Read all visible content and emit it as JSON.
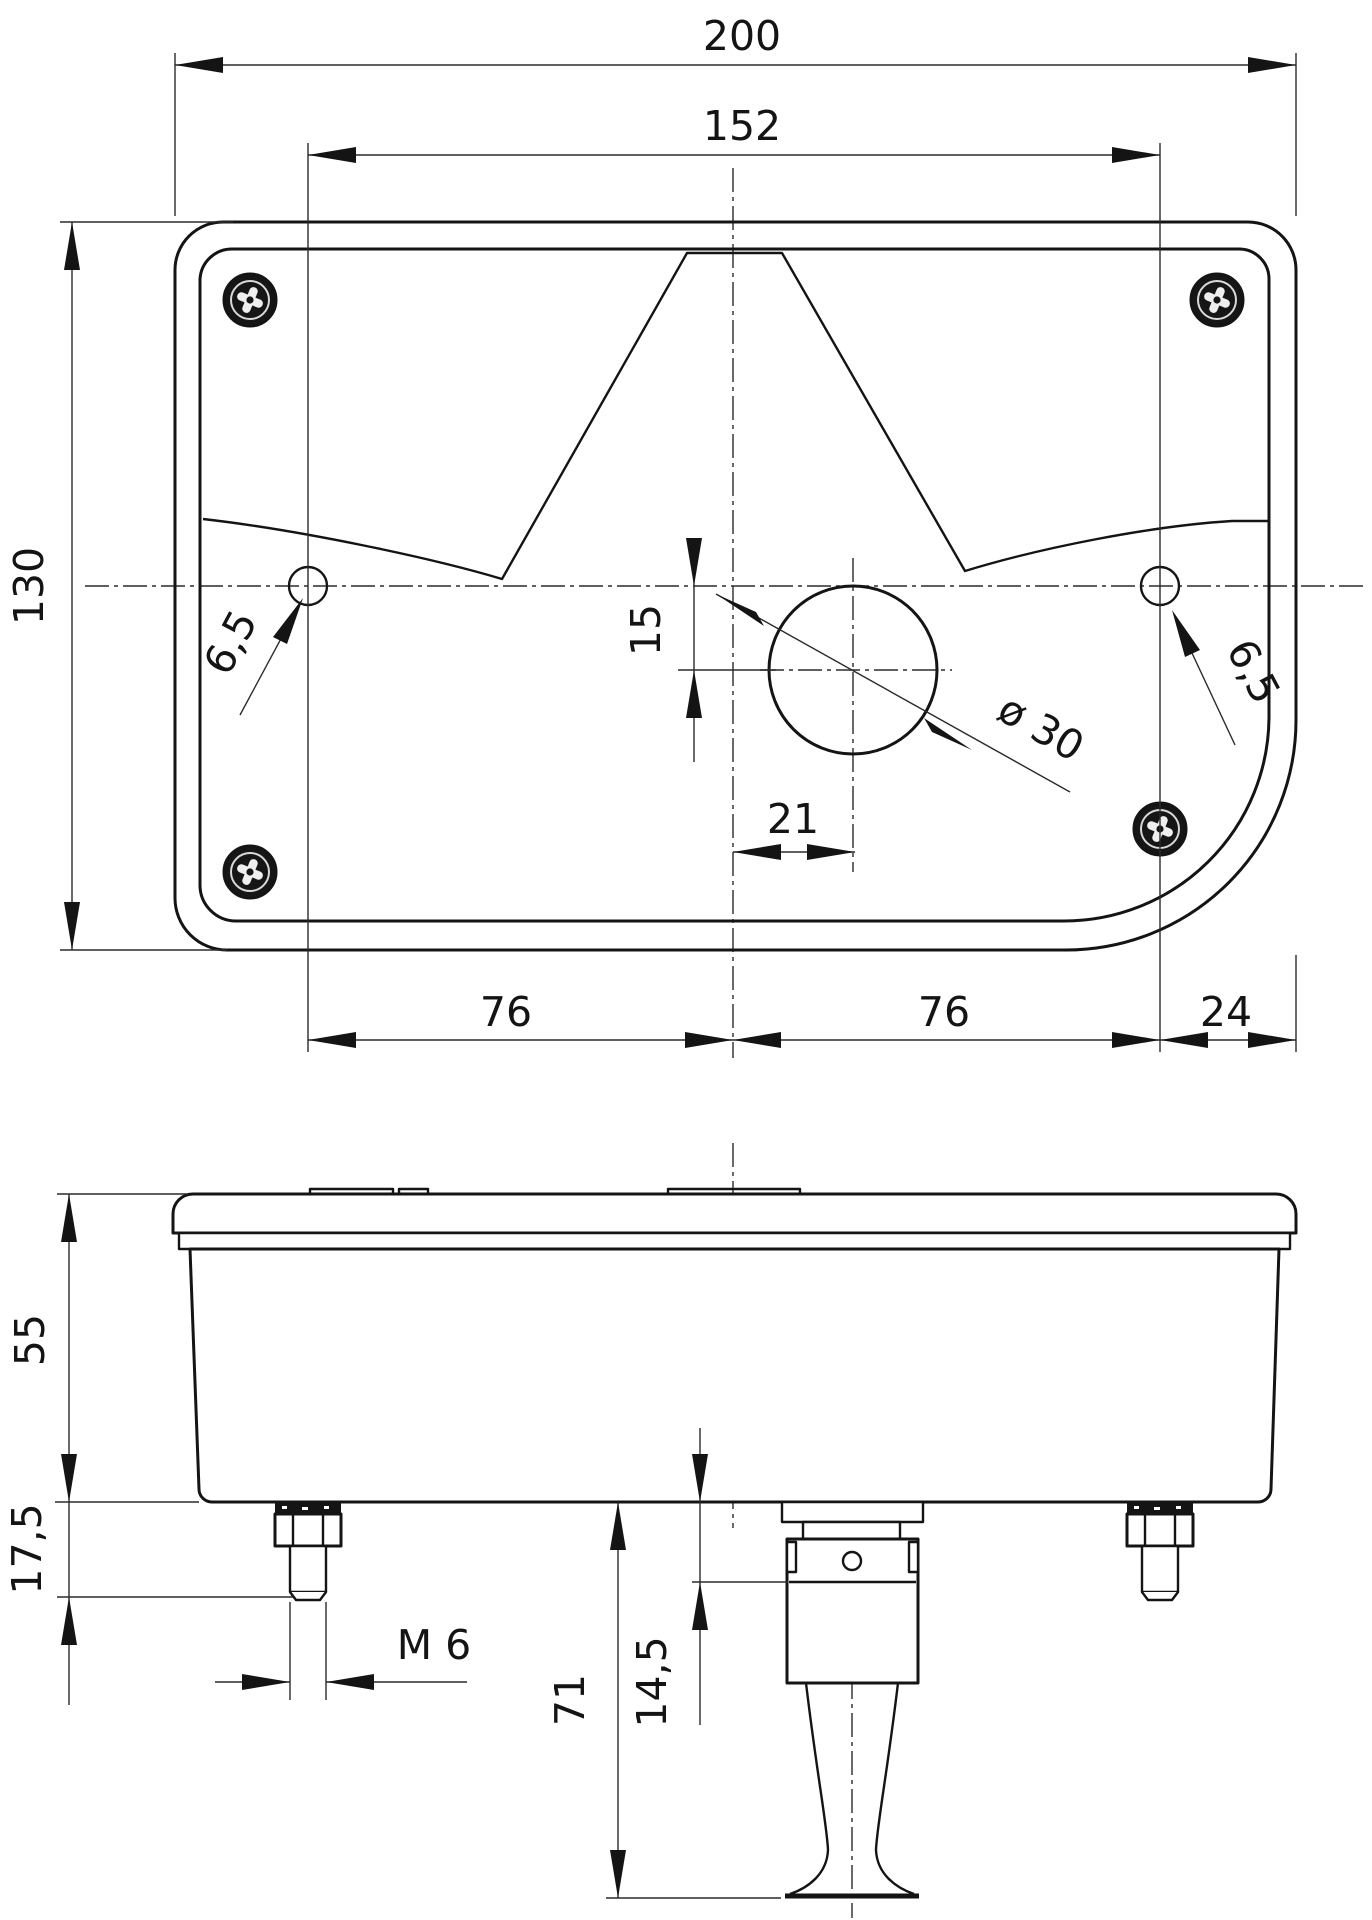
{
  "meta": {
    "drawing_type": "two-view technical dimension drawing",
    "background": "#ffffff",
    "line_color": "#141414"
  },
  "top_view": {
    "dim_overall_width": "200",
    "dim_hole_spacing": "152",
    "dim_overall_height": "130",
    "dim_hole_left": "6,5",
    "dim_hole_right": "6,5",
    "dim_center_drop": "15",
    "dim_cable_hole": "ø 30",
    "dim_center_offset": "21",
    "dim_span_left": "76",
    "dim_span_right": "76",
    "dim_span_edge": "24"
  },
  "side_view": {
    "dim_height": "55",
    "dim_stud_length": "17,5",
    "dim_thread": "M 6",
    "dim_plug_length": "71",
    "dim_plug_block": "14,5"
  }
}
